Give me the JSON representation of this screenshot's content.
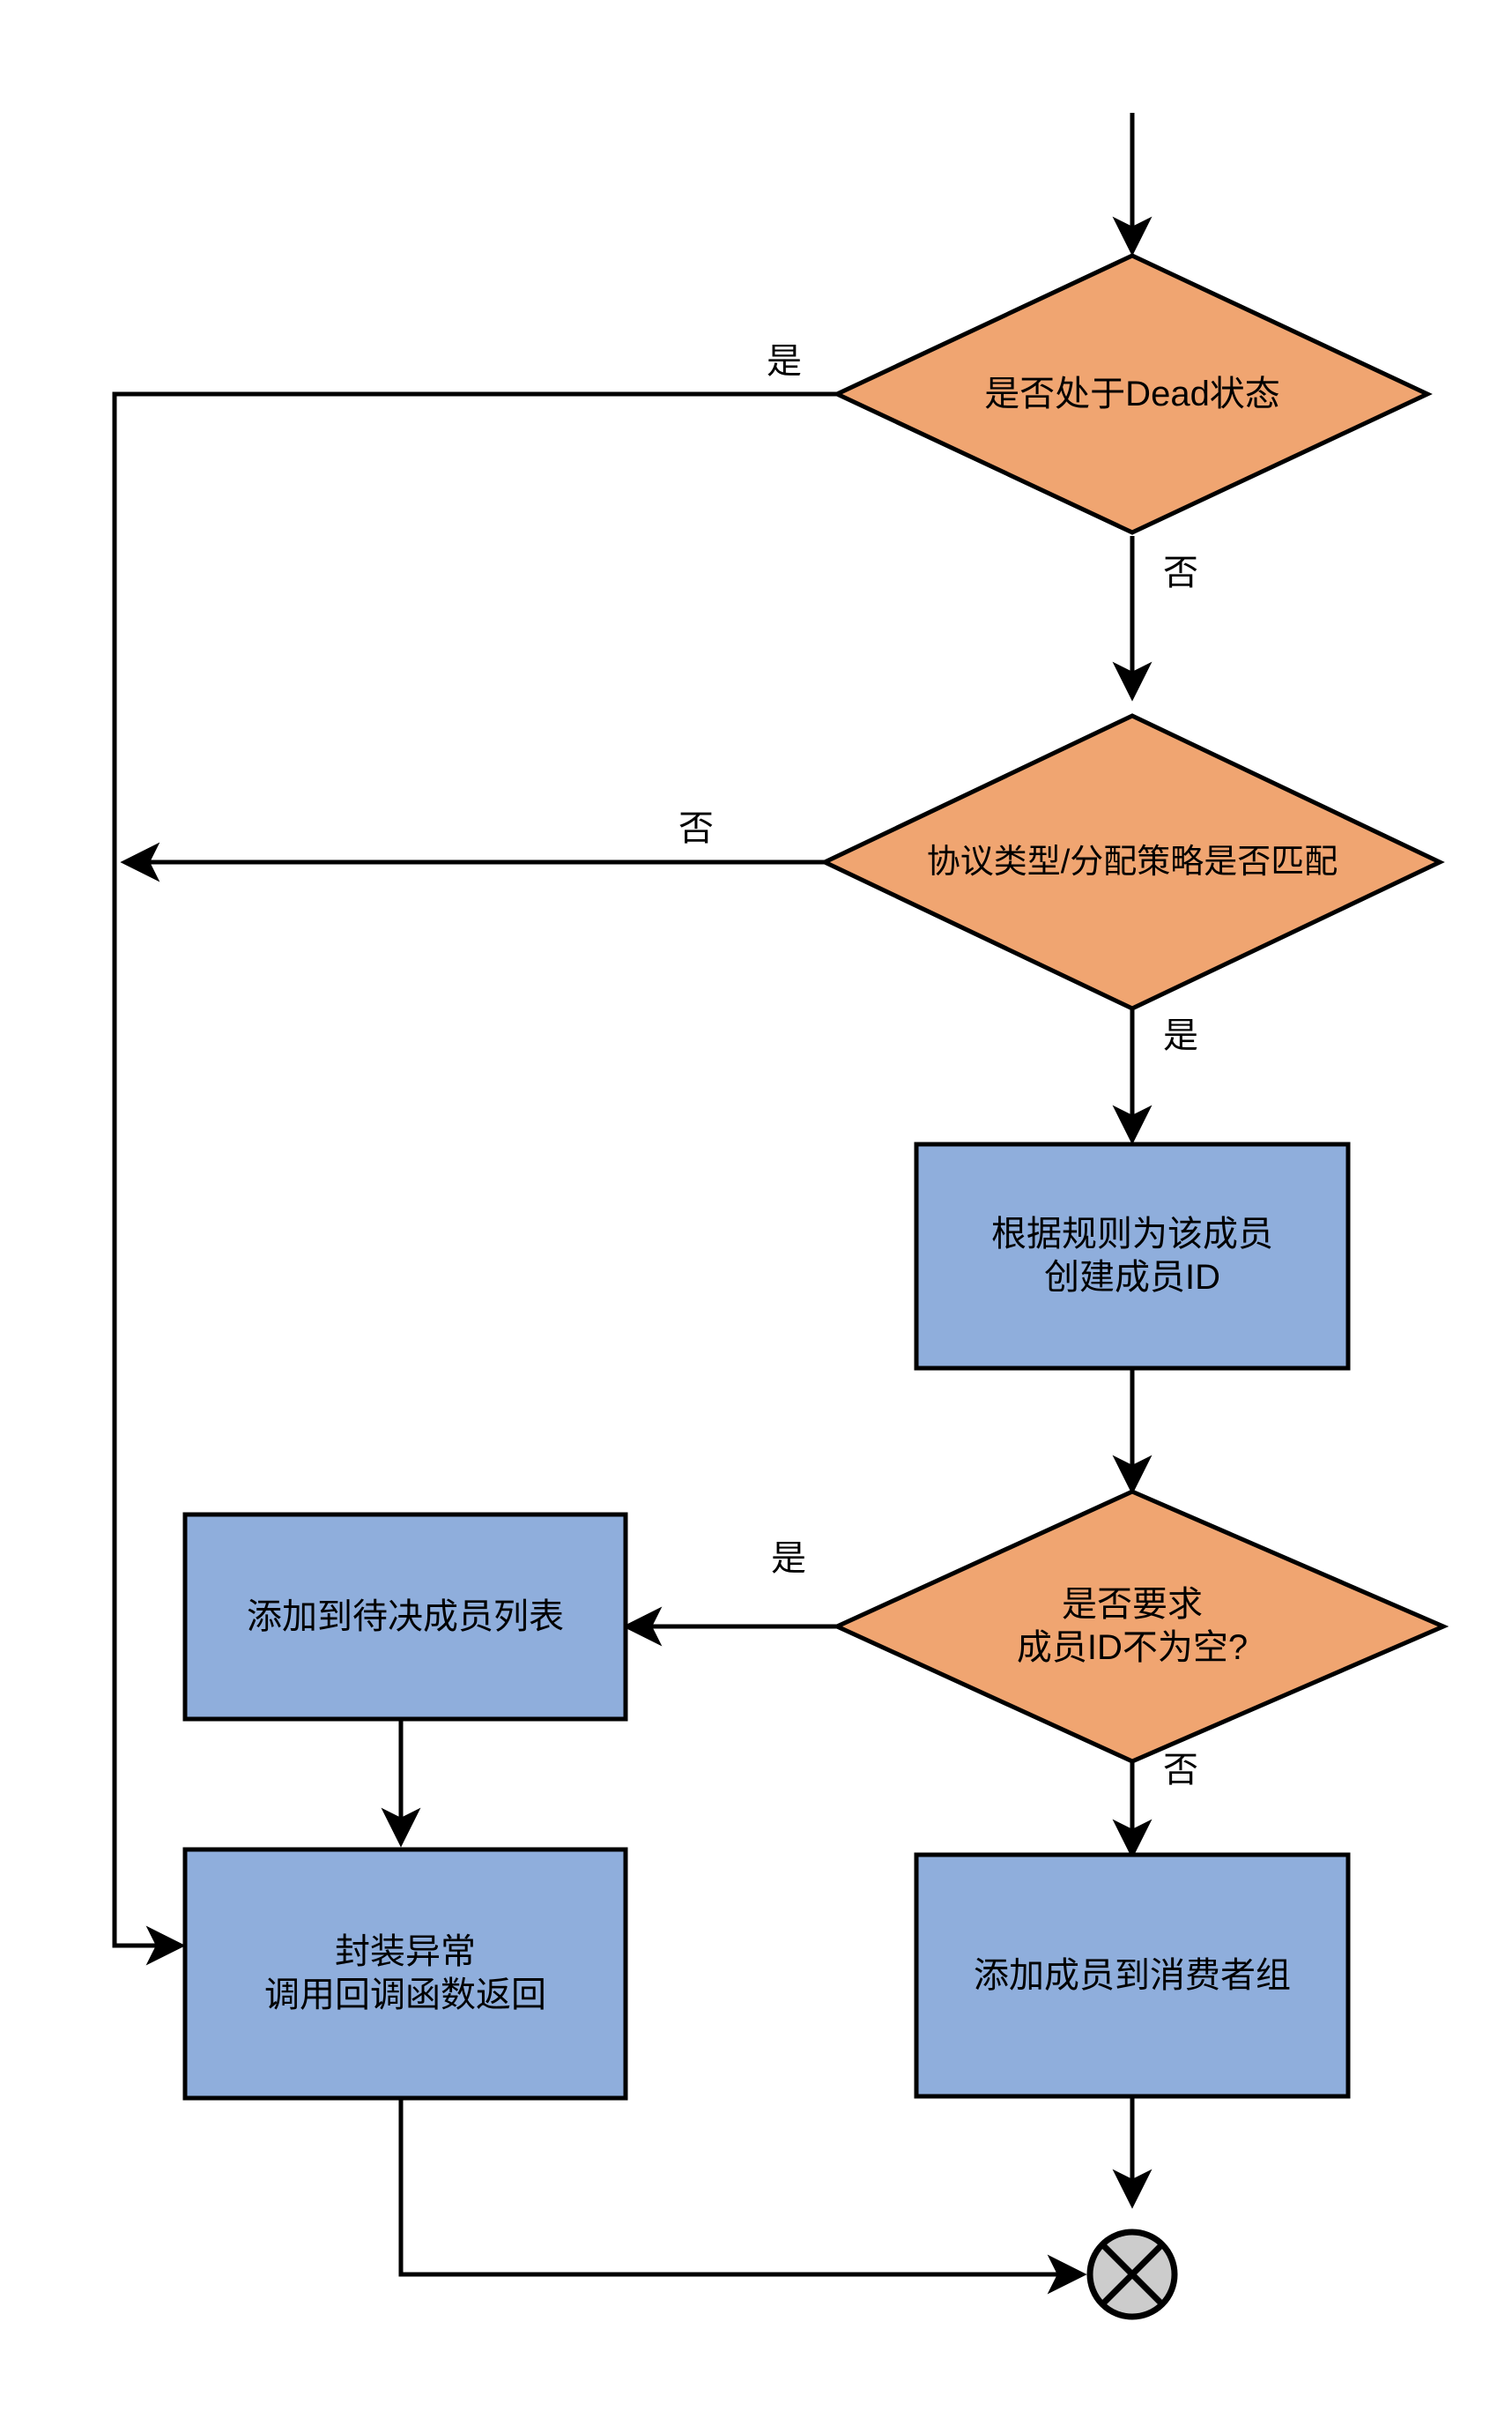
{
  "diagram": {
    "type": "flowchart",
    "orientation": "top-to-bottom",
    "background_color": "#FFFFFF",
    "palette": {
      "decision_fill": "#F0A571",
      "process_fill": "#8FAEDC",
      "terminator_fill": "#CCCCCC",
      "stroke": "#000000",
      "text": "#000000"
    },
    "nodes": [
      {
        "id": "d1",
        "shape": "diamond",
        "text": "是否处于Dead状态",
        "fill": "#F0A571"
      },
      {
        "id": "d2",
        "shape": "diamond",
        "text": "协议类型/分配策略是否匹配",
        "fill": "#F0A571"
      },
      {
        "id": "p1",
        "shape": "rectangle",
        "text": "根据规则为该成员\n创建成员ID",
        "fill": "#8FAEDC"
      },
      {
        "id": "d3",
        "shape": "diamond",
        "text": "是否要求\n成员ID不为空?",
        "fill": "#F0A571"
      },
      {
        "id": "p2",
        "shape": "rectangle",
        "text": "添加到待决成员列表",
        "fill": "#8FAEDC"
      },
      {
        "id": "p3",
        "shape": "rectangle",
        "text": "封装异常\n调用回调函数返回",
        "fill": "#8FAEDC"
      },
      {
        "id": "p4",
        "shape": "rectangle",
        "text": "添加成员到消费者组",
        "fill": "#8FAEDC"
      },
      {
        "id": "end",
        "shape": "circle-x",
        "text": "",
        "fill": "#CCCCCC"
      }
    ],
    "edges": [
      {
        "id": "e0",
        "from": "start",
        "to": "d1",
        "label": ""
      },
      {
        "id": "e1",
        "from": "d1",
        "to": "p3",
        "label": "是"
      },
      {
        "id": "e2",
        "from": "d1",
        "to": "d2",
        "label": "否"
      },
      {
        "id": "e3",
        "from": "d2",
        "to": "p3",
        "label": "否"
      },
      {
        "id": "e4",
        "from": "d2",
        "to": "p1",
        "label": "是"
      },
      {
        "id": "e5",
        "from": "p1",
        "to": "d3",
        "label": ""
      },
      {
        "id": "e6",
        "from": "d3",
        "to": "p2",
        "label": "是"
      },
      {
        "id": "e7",
        "from": "d3",
        "to": "p4",
        "label": "否"
      },
      {
        "id": "e8",
        "from": "p2",
        "to": "p3",
        "label": ""
      },
      {
        "id": "e9",
        "from": "p4",
        "to": "end",
        "label": ""
      },
      {
        "id": "e10",
        "from": "p3",
        "to": "end",
        "label": ""
      }
    ],
    "edge_labels": {
      "d1_yes": "是",
      "d1_no": "否",
      "d2_no": "否",
      "d2_yes": "是",
      "d3_yes": "是",
      "d3_no": "否"
    }
  }
}
